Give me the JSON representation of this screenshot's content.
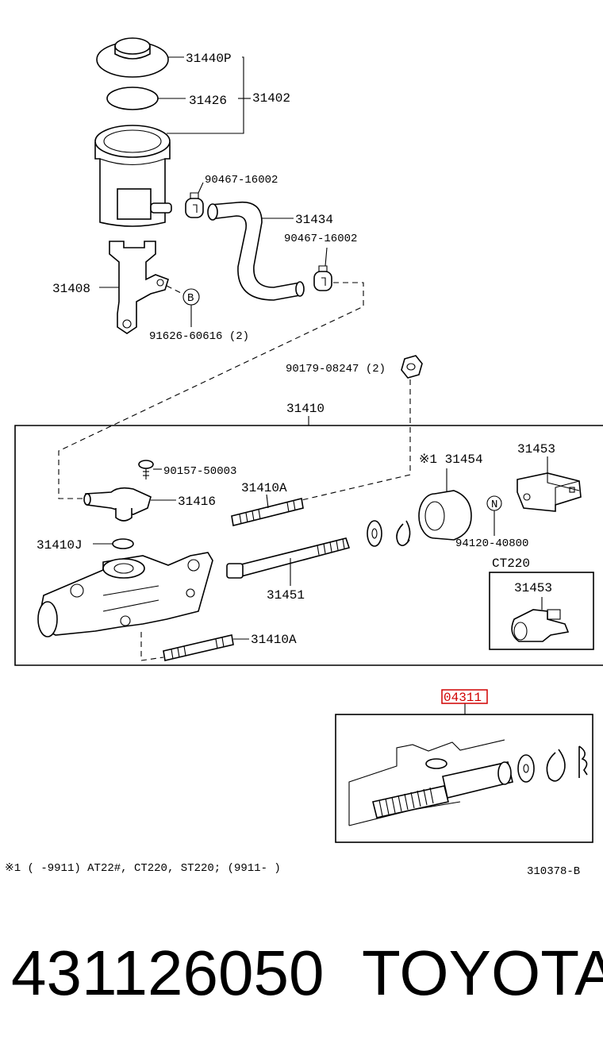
{
  "labels": {
    "p31440P": "31440P",
    "p31426": "31426",
    "p31402": "31402",
    "p90467a": "90467-16002",
    "p31434": "31434",
    "p90467b": "90467-16002",
    "p31408": "31408",
    "markB": "B",
    "p91626": "91626-60616 (2)",
    "p90179": "90179-08247 (2)",
    "p31410": "31410",
    "p90157": "90157-50003",
    "p31454": "※1 31454",
    "p31453a": "31453",
    "p31410A_top": "31410A",
    "p31416": "31416",
    "markN": "N",
    "p31410J": "31410J",
    "p94120": "94120-40800",
    "ct220": "CT220",
    "p31451": "31451",
    "p31453b": "31453",
    "p31410A_bottom": "31410A",
    "p04311": "04311"
  },
  "footnote": "※1 (     -9911) AT22#, CT220, ST220; (9911-     )",
  "drawing_code": "310378-B",
  "part_number": "431126050",
  "brand": "TOYOTA",
  "colors": {
    "highlight": "#d00000"
  }
}
